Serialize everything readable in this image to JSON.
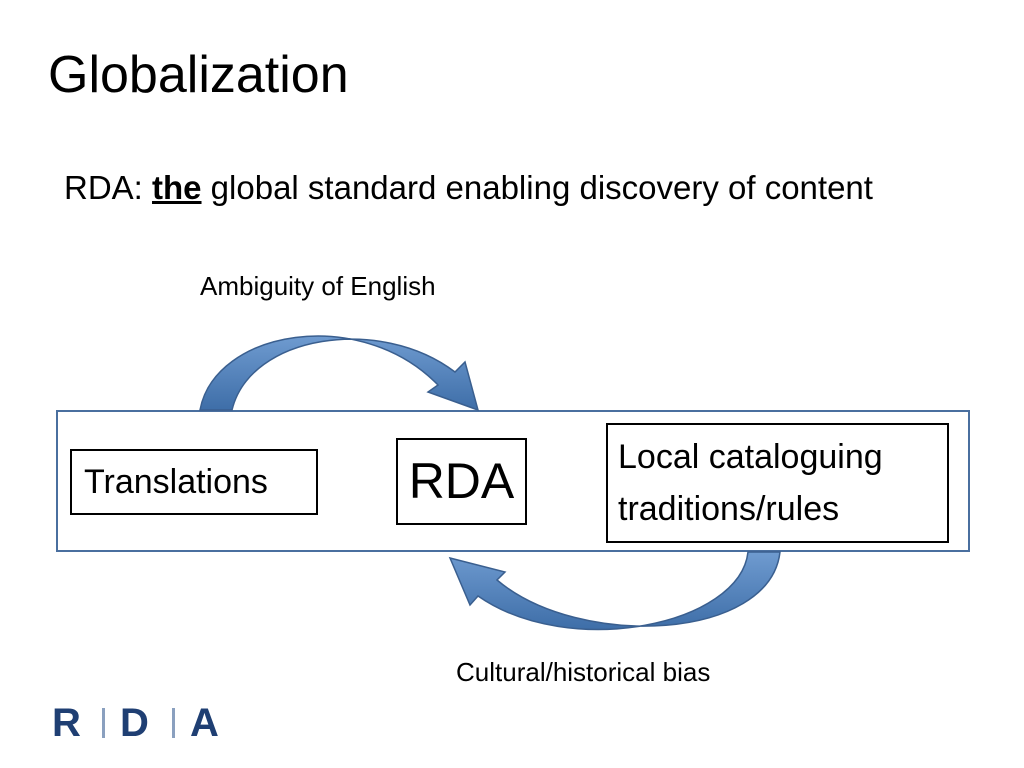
{
  "slide": {
    "title": "Globalization",
    "subtitle": {
      "prefix": "RDA: ",
      "emphasis": "the",
      "suffix": " global standard enabling discovery of content"
    }
  },
  "diagram": {
    "top_arrow_label": "Ambiguity of English",
    "bottom_arrow_label": "Cultural/historical bias",
    "boxes": {
      "translations": "Translations",
      "rda": "RDA",
      "local_line1": "Local cataloguing",
      "local_line2": "traditions/rules"
    }
  },
  "logo": {
    "letters": [
      "R",
      "D",
      "A"
    ],
    "color": "#1f3f73",
    "divider_color": "#8aa0bf"
  },
  "colors": {
    "arrow_fill": "#4f7fb8",
    "arrow_stroke": "#3a5f8f",
    "outer_box_border": "#4a6f9f"
  }
}
